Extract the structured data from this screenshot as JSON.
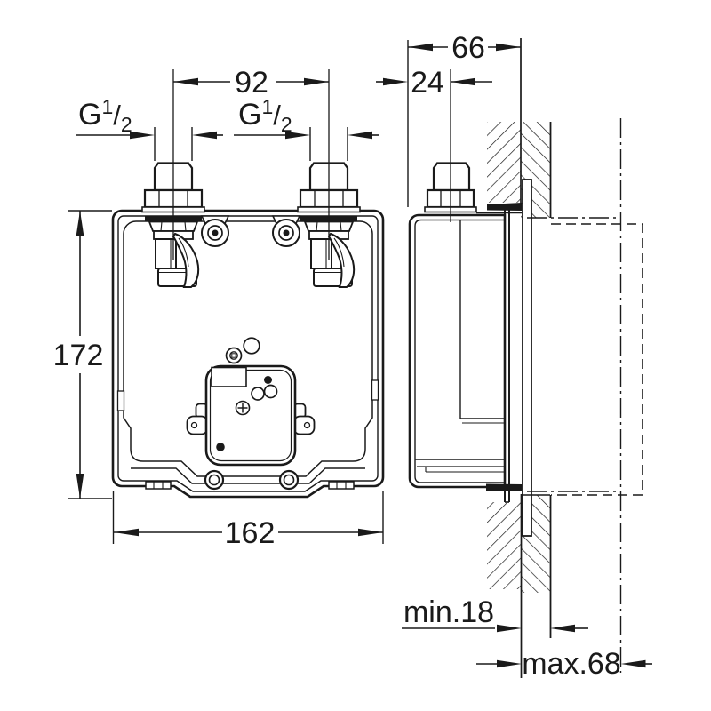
{
  "meta": {
    "background": "#ffffff",
    "line_color": "#1a1a1a",
    "drawing_kind": "concealed installation box dimensional drawing"
  },
  "dimensions": {
    "port_spacing": "92",
    "thread_left": {
      "base": "G",
      "sup": "1",
      "slash": "/",
      "sub": "2"
    },
    "thread_right": {
      "base": "G",
      "sup": "1",
      "slash": "/",
      "sub": "2"
    },
    "depth": "66",
    "pipe_center_offset": "24",
    "height": "172",
    "width": "162",
    "finish_min": "min.18",
    "finish_max": "max.68"
  }
}
